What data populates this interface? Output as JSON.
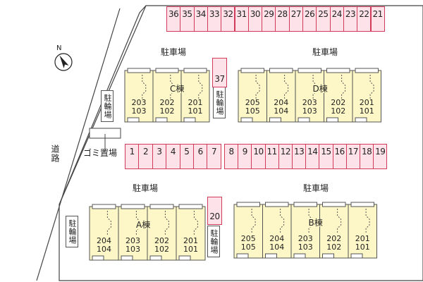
{
  "labels": {
    "road": "道路",
    "garbage": "ゴミ置場",
    "parking": "駐車場",
    "bicycle": "駐輪場",
    "north": "N"
  },
  "top_row_stalls": [
    "36",
    "35",
    "34",
    "33",
    "32",
    "31",
    "30",
    "29",
    "28",
    "27",
    "26",
    "25",
    "24",
    "23",
    "22",
    "21"
  ],
  "middle_left_stalls": [
    "1",
    "2",
    "3",
    "4",
    "5",
    "6",
    "7"
  ],
  "middle_right_stalls": [
    "8",
    "9",
    "10",
    "11",
    "12",
    "13",
    "14",
    "15",
    "16",
    "17",
    "18",
    "19"
  ],
  "stall_37": "37",
  "stall_20": "20",
  "buildings": {
    "C": {
      "name": "C棟",
      "units": [
        [
          "203",
          "103"
        ],
        [
          "202",
          "102"
        ],
        [
          "201",
          "101"
        ]
      ]
    },
    "D": {
      "name": "D棟",
      "units": [
        [
          "205",
          "105"
        ],
        [
          "204",
          "104"
        ],
        [
          "203",
          "103"
        ],
        [
          "202",
          "102"
        ],
        [
          "201",
          "101"
        ]
      ]
    },
    "A": {
      "name": "A棟",
      "units": [
        [
          "204",
          "104"
        ],
        [
          "203",
          "103"
        ],
        [
          "202",
          "102"
        ],
        [
          "201",
          "101"
        ]
      ]
    },
    "B": {
      "name": "B棟",
      "units": [
        [
          "205",
          "105"
        ],
        [
          "204",
          "104"
        ],
        [
          "203",
          "103"
        ],
        [
          "202",
          "102"
        ],
        [
          "201",
          "101"
        ]
      ]
    }
  },
  "colors": {
    "stall_fill": "#fde2ea",
    "stall_border": "#d23a5a",
    "building_fill": "#fdf6c6",
    "road_line": "#333333"
  }
}
